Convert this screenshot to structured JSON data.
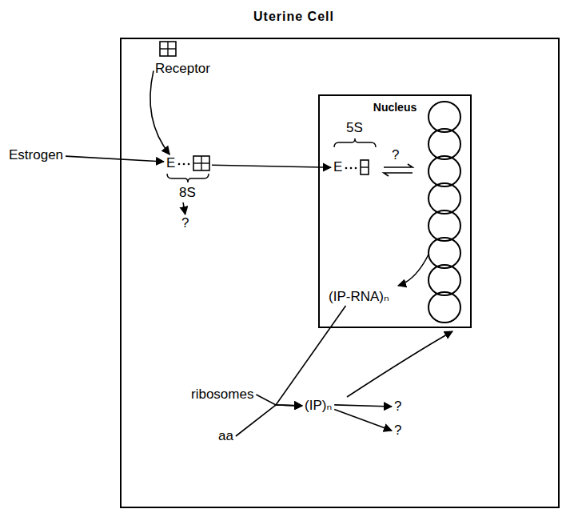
{
  "diagram": {
    "nodes": [
      {
        "text": [
          "Uterine Cell"
        ]
      },
      {
        "text": [
          "Nucleus"
        ],
        "in": 0
      },
      {
        "text": [
          "Receptor"
        ],
        "in": 0
      },
      {
        "text": [
          "Estrogen"
        ]
      },
      {
        "text": [
          "E",
          "8S"
        ],
        "in": 0
      },
      {
        "text": [
          "?"
        ],
        "in": 0
      },
      {
        "text": [
          "5S",
          "E"
        ],
        "in": 1
      },
      {
        "text": [
          "(IP-RNA)ₙ"
        ],
        "in": 1
      },
      {
        "text": [
          "ribosomes"
        ],
        "in": 0
      },
      {
        "text": [
          "aa"
        ],
        "in": 0
      },
      {
        "text": [
          "(IP)ₙ"
        ],
        "in": 0
      },
      {
        "text": [
          "?"
        ],
        "in": 0
      },
      {
        "text": [
          "?"
        ],
        "in": 0
      }
    ],
    "edges": [
      {
        "from": 3,
        "to": 4,
        "arrow": "to"
      },
      {
        "from": 2,
        "to": 4,
        "arrow": "to"
      },
      {
        "from": 4,
        "to": 5,
        "arrow": "to"
      },
      {
        "from": 4,
        "to": 6,
        "arrow": "to"
      },
      {
        "from": 7,
        "to": 10,
        "arrow": "to"
      },
      {
        "from": 8,
        "to": 10,
        "arrow": "to"
      },
      {
        "from": 9,
        "to": 10,
        "arrow": "to"
      },
      {
        "from": 10,
        "to": 11,
        "arrow": "to"
      },
      {
        "from": 10,
        "to": 12,
        "arrow": "to"
      }
    ],
    "labels": [
      "?"
    ]
  }
}
